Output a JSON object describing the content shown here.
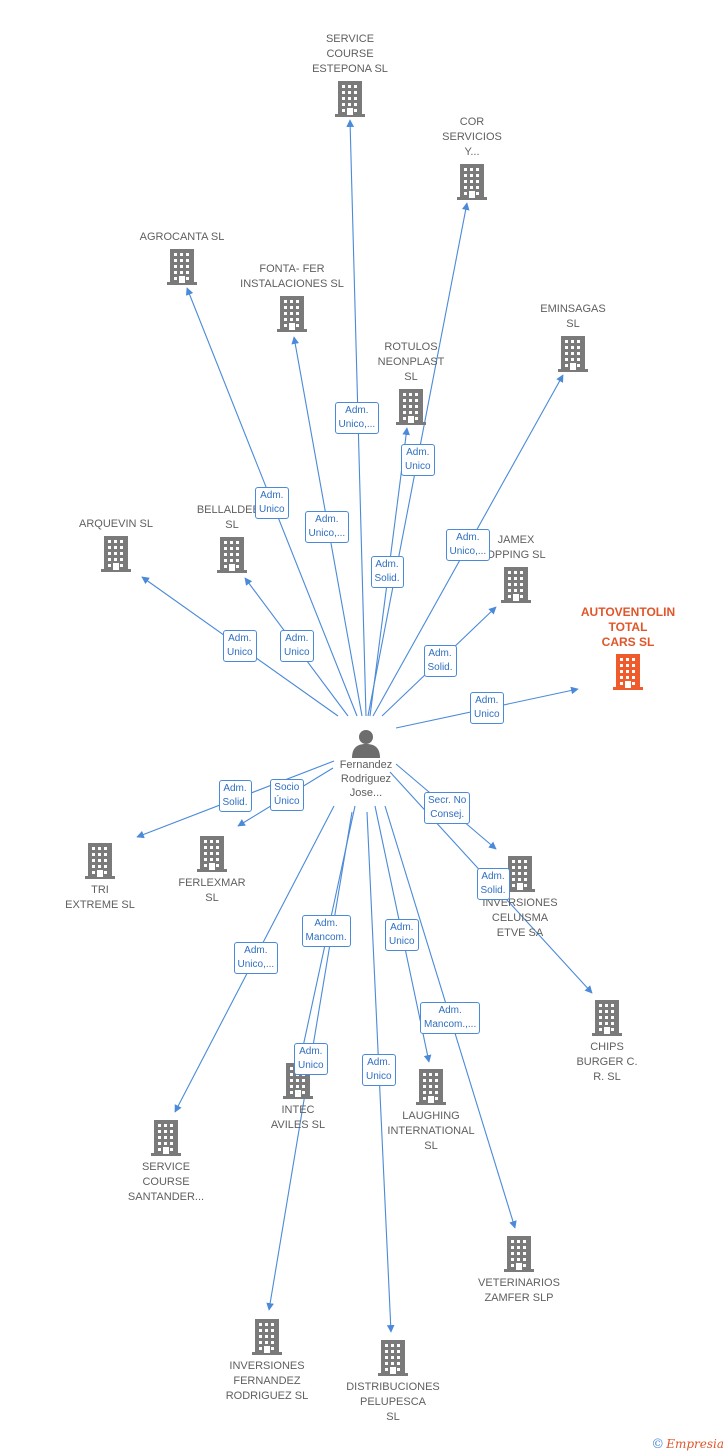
{
  "colors": {
    "edge": "#4a8ad8",
    "building": "#7a7a7a",
    "highlight": "#ef5b2a",
    "label": "#5f5f5f"
  },
  "center": {
    "name": "Fernandez\nRodriguez\nJose...",
    "icon": "person-icon"
  },
  "companies": [
    {
      "id": "service-course-estepona",
      "name": "SERVICE\nCOURSE\nESTEPONA SL",
      "icon": "building-icon"
    },
    {
      "id": "cor-servicios",
      "name": "COR\nSERVICIOS\nY...",
      "icon": "building-icon"
    },
    {
      "id": "agrocanta",
      "name": "AGROCANTA SL",
      "icon": "building-icon"
    },
    {
      "id": "fonta-fer",
      "name": "FONTA- FER\nINSTALACIONES SL",
      "icon": "building-icon"
    },
    {
      "id": "eminsagas",
      "name": "EMINSAGAS\nSL",
      "icon": "building-icon"
    },
    {
      "id": "rotulos-neonplast",
      "name": "ROTULOS\nNEONPLAST\nSL",
      "icon": "building-icon"
    },
    {
      "id": "arquevin",
      "name": "ARQUEVIN SL",
      "icon": "building-icon"
    },
    {
      "id": "bellaldeba",
      "name": "BELLALDEBA\nSL",
      "icon": "building-icon"
    },
    {
      "id": "jamex",
      "name": "JAMEX\nOPPING SL",
      "icon": "building-icon"
    },
    {
      "id": "autoventolin",
      "name": "AUTOVENTOLIN\nTOTAL\nCARS SL",
      "icon": "building-icon",
      "highlight": true
    },
    {
      "id": "tri-extreme",
      "name": "TRI\nEXTREME SL",
      "icon": "building-icon"
    },
    {
      "id": "ferlexmar",
      "name": "FERLEXMAR\nSL",
      "icon": "building-icon"
    },
    {
      "id": "inversiones-celuisma",
      "name": "INVERSIONES\nCELUISMA\nETVE SA",
      "icon": "building-icon"
    },
    {
      "id": "chips-burger",
      "name": "CHIPS\nBURGER C.\nR. SL",
      "icon": "building-icon"
    },
    {
      "id": "intec-aviles",
      "name": "INTEC\nAVILES SL",
      "icon": "building-icon"
    },
    {
      "id": "laughing-international",
      "name": "LAUGHING\nINTERNATIONAL\nSL",
      "icon": "building-icon"
    },
    {
      "id": "service-course-santander",
      "name": "SERVICE\nCOURSE\nSANTANDER...",
      "icon": "building-icon"
    },
    {
      "id": "veterinarios-zamfer",
      "name": "VETERINARIOS\nZAMFER SLP",
      "icon": "building-icon"
    },
    {
      "id": "inversiones-fernandez",
      "name": "INVERSIONES\nFERNANDEZ\nRODRIGUEZ SL",
      "icon": "building-icon"
    },
    {
      "id": "distribuciones-pelupesca",
      "name": "DISTRIBUCIONES\nPELUPESCA\nSL",
      "icon": "building-icon"
    }
  ],
  "relations": [
    {
      "target": "service-course-estepona",
      "role": "Adm.\nUnico,..."
    },
    {
      "target": "cor-servicios",
      "role": "Adm.\nSolid."
    },
    {
      "target": "agrocanta",
      "role": "Adm.\nUnico"
    },
    {
      "target": "fonta-fer",
      "role": "Adm.\nUnico,..."
    },
    {
      "target": "rotulos-neonplast",
      "role": "Adm.\nUnico"
    },
    {
      "target": "eminsagas",
      "role": "Adm.\nUnico,..."
    },
    {
      "target": "arquevin",
      "role": "Adm.\nUnico"
    },
    {
      "target": "bellaldeba",
      "role": "Adm.\nUnico"
    },
    {
      "target": "jamex",
      "role": "Adm.\nSolid."
    },
    {
      "target": "autoventolin",
      "role": "Adm.\nUnico"
    },
    {
      "target": "tri-extreme",
      "role": "Adm.\nSolid."
    },
    {
      "target": "ferlexmar",
      "role": "Socio\nÚnico"
    },
    {
      "target": "inversiones-celuisma",
      "role": "Secr. No\nConsej."
    },
    {
      "target": "chips-burger",
      "role": "Adm.\nSolid."
    },
    {
      "target": "service-course-santander",
      "role": "Adm.\nUnico,..."
    },
    {
      "target": "intec-aviles",
      "role": "Adm.\nMancom."
    },
    {
      "target": "laughing-international",
      "role": "Adm.\nUnico"
    },
    {
      "target": "veterinarios-zamfer",
      "role": "Adm.\nMancom.,..."
    },
    {
      "target": "inversiones-fernandez",
      "role": "Adm.\nUnico"
    },
    {
      "target": "distribuciones-pelupesca",
      "role": "Adm.\nUnico"
    }
  ],
  "footer": {
    "copyright": "©",
    "brand": "Empresia"
  }
}
